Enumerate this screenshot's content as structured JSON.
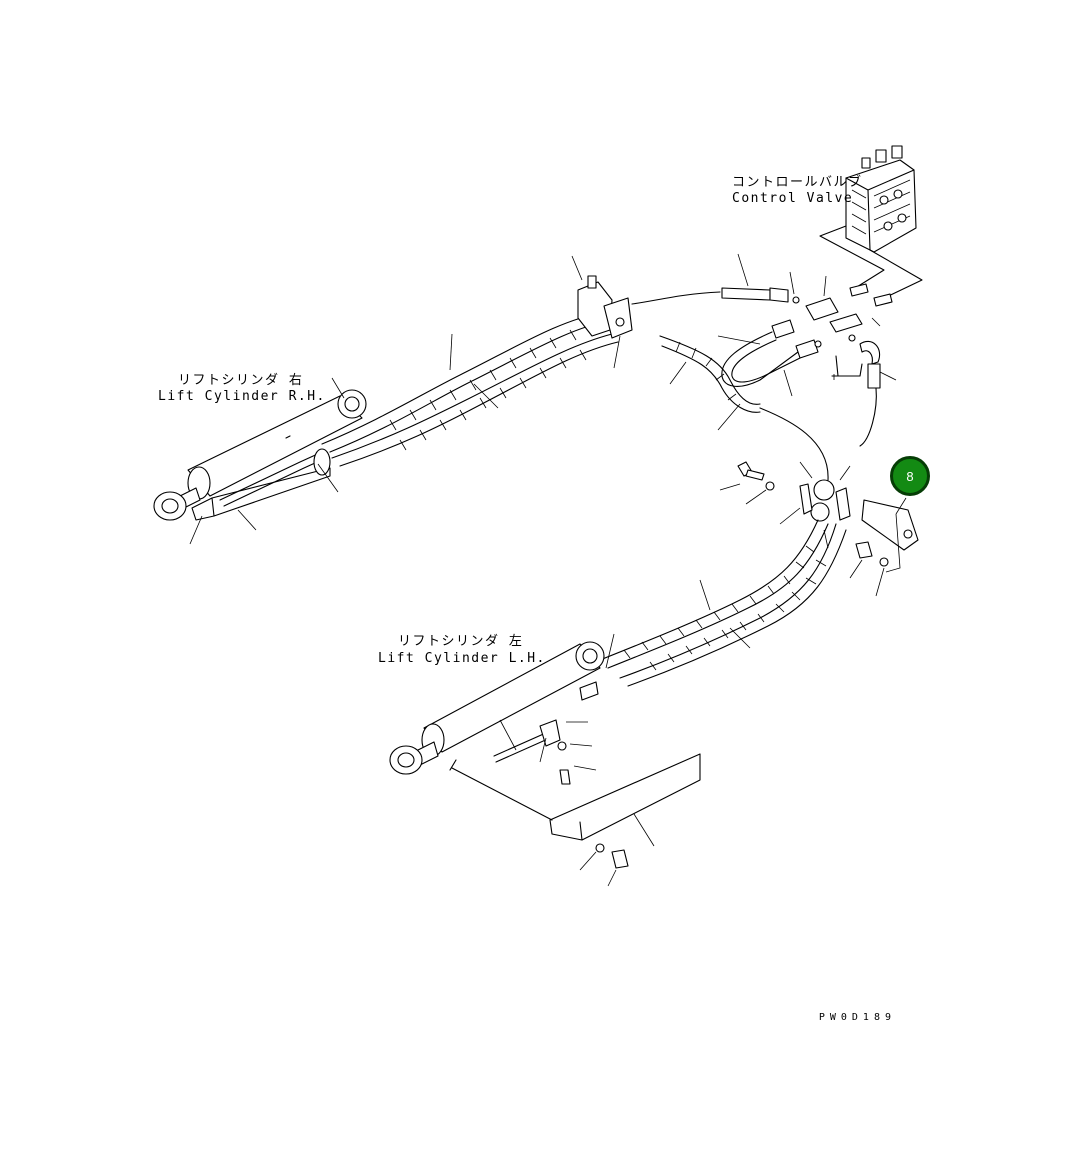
{
  "labels": {
    "control_valve_jp": "コントロールバルブ",
    "control_valve_en": "Control Valve",
    "lift_cylinder_rh_jp": "リフトシリンダ 右",
    "lift_cylinder_rh_en": "Lift Cylinder R.H.",
    "lift_cylinder_lh_jp": "リフトシリンダ 左",
    "lift_cylinder_lh_en": "Lift Cylinder L.H."
  },
  "callout": {
    "number": "8",
    "color": "#138a13"
  },
  "drawing_ref": "PW0D189"
}
